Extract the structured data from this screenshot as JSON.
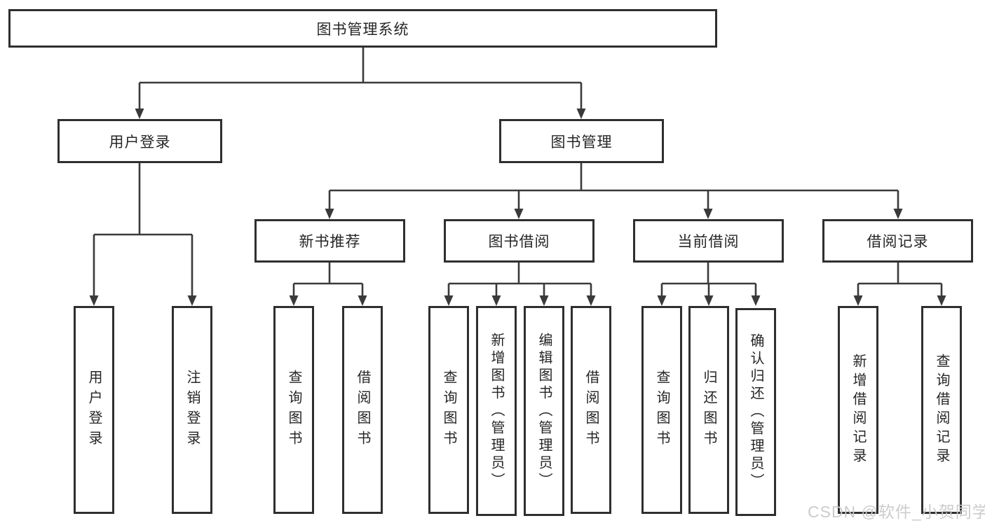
{
  "diagram": {
    "type": "tree",
    "root": {
      "label": "图书管理系统"
    },
    "level2": [
      {
        "label": "用户登录"
      },
      {
        "label": "图书管理"
      }
    ],
    "level3": [
      {
        "label": "新书推荐",
        "parent": "图书管理"
      },
      {
        "label": "图书借阅",
        "parent": "图书管理"
      },
      {
        "label": "当前借阅",
        "parent": "图书管理"
      },
      {
        "label": "借阅记录",
        "parent": "图书管理"
      }
    ],
    "leaves": [
      {
        "label": "用户登录",
        "parent": "用户登录"
      },
      {
        "label": "注销登录",
        "parent": "用户登录"
      },
      {
        "label": "查询图书",
        "parent": "新书推荐"
      },
      {
        "label": "借阅图书",
        "parent": "新书推荐"
      },
      {
        "label": "查询图书",
        "parent": "图书借阅"
      },
      {
        "label": "新增图书（管理员）",
        "parent": "图书借阅"
      },
      {
        "label": "编辑图书（管理员）",
        "parent": "图书借阅"
      },
      {
        "label": "借阅图书",
        "parent": "图书借阅"
      },
      {
        "label": "查询图书",
        "parent": "当前借阅"
      },
      {
        "label": "归还图书",
        "parent": "当前借阅"
      },
      {
        "label": "确认归还（管理员）",
        "parent": "当前借阅"
      },
      {
        "label": "新增借阅记录",
        "parent": "借阅记录"
      },
      {
        "label": "查询借阅记录",
        "parent": "借阅记录"
      }
    ]
  },
  "watermark": {
    "text": "CSDN @软件_小贺同学"
  },
  "colors": {
    "line": "#3a3a3a",
    "box_border": "#2f2f2f",
    "text": "#262626",
    "watermark": "#c9c9c9",
    "background": "#ffffff"
  }
}
